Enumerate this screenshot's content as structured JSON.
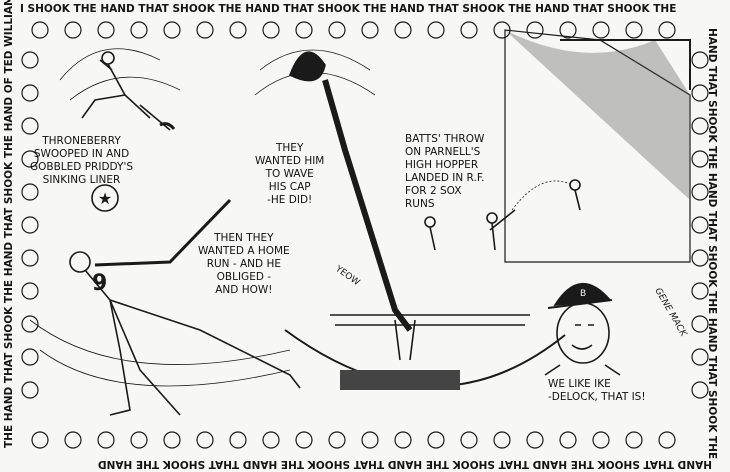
{
  "border": {
    "top": "I SHOOK THE HAND THAT SHOOK THE HAND THAT SHOOK THE HAND THAT SHOOK THE HAND THAT SHOOK THE",
    "right": "HAND THAT SHOOK THE HAND THAT SHOOK THE HAND THAT SHOOK THE",
    "bottom": "HAND THAT SHOOK THE HAND THAT SHOOK THE HAND THAT SHOOK THE HAND THAT SHOOK THE HAND",
    "left": "THE HAND THAT SHOOK THE HAND THAT SHOOK THE HAND OF TED WILLIAMS"
  },
  "captions": {
    "throneberry": [
      "THRONEBERRY",
      "SWOOPED IN AND",
      "GOBBLED PRIDDY'S",
      "SINKING LINER"
    ],
    "cap_wave": [
      "THEY",
      "WANTED HIM",
      "TO WAVE",
      "HIS CAP",
      "-HE DID!"
    ],
    "batts": [
      "BATTS' THROW",
      "ON PARNELL'S",
      "HIGH HOPPER",
      "LANDED IN R.F.",
      "FOR 2 SOX",
      "RUNS"
    ],
    "home_run": [
      "THEN THEY",
      "WANTED A HOME",
      "RUN - AND HE",
      "OBLIGED -",
      "AND HOW!"
    ],
    "delock": [
      "WE LIKE IKE",
      "-DELOCK, THAT IS!"
    ]
  },
  "labels": {
    "yeow": "YEOW",
    "jersey_number": "9",
    "cap_letter": "B",
    "signature": "GENE MACK"
  }
}
